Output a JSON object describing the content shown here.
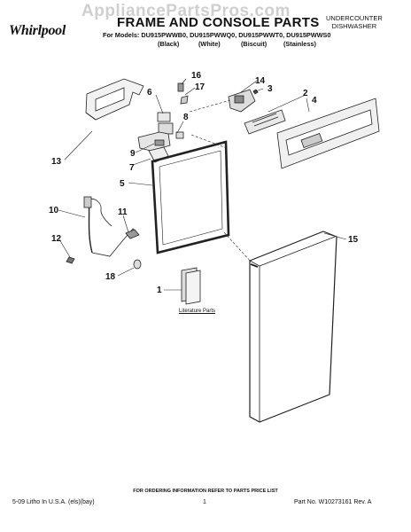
{
  "watermark": "AppliancePartsPros.com",
  "brand": "Whirlpool",
  "title": "FRAME AND CONSOLE PARTS",
  "product_type": [
    "UNDERCOUNTER",
    "DISHWASHER"
  ],
  "models_line": "For Models: DU915PWWB0, DU915PWWQ0, DU915PWWT0, DU915PWWS0",
  "color_variants": [
    "(Black)",
    "(White)",
    "(Biscuit)",
    "(Stainless)"
  ],
  "callouts": [
    "16",
    "17",
    "14",
    "3",
    "6",
    "2",
    "4",
    "8",
    "9",
    "7",
    "5",
    "13",
    "10",
    "11",
    "12",
    "15",
    "18",
    "1"
  ],
  "literature_label": "Literature Parts",
  "footer": {
    "ordering_note": "FOR ORDERING INFORMATION REFER TO PARTS PRICE LIST",
    "print_info": "5-09 Litho In U.S.A. (els)(bay)",
    "page": "1",
    "part_number": "Part No. W10273161 Rev. A"
  }
}
